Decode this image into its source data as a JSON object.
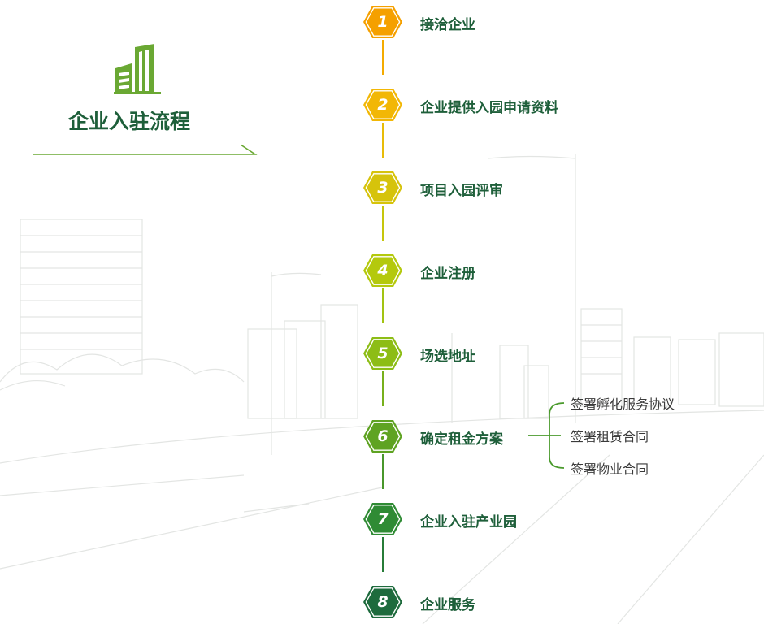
{
  "title": "企业入驻流程",
  "icon": "building-icon",
  "colors": {
    "title": "#1e5f3a",
    "accent_green": "#6aa833",
    "step_colors": [
      "#f5a000",
      "#f2b705",
      "#d6c30b",
      "#b4c90d",
      "#8dbd16",
      "#5fa322",
      "#2f8b34",
      "#1e6b3d"
    ]
  },
  "steps": [
    {
      "number": "1",
      "label": "接洽企业"
    },
    {
      "number": "2",
      "label": "企业提供入园申请资料"
    },
    {
      "number": "3",
      "label": "项目入园评审"
    },
    {
      "number": "4",
      "label": "企业注册"
    },
    {
      "number": "5",
      "label": "场选地址"
    },
    {
      "number": "6",
      "label": "确定租金方案"
    },
    {
      "number": "7",
      "label": "企业入驻产业园"
    },
    {
      "number": "8",
      "label": "企业服务"
    }
  ],
  "substeps": [
    "签署孵化服务协议",
    "签署租赁合同",
    "签署物业合同"
  ]
}
